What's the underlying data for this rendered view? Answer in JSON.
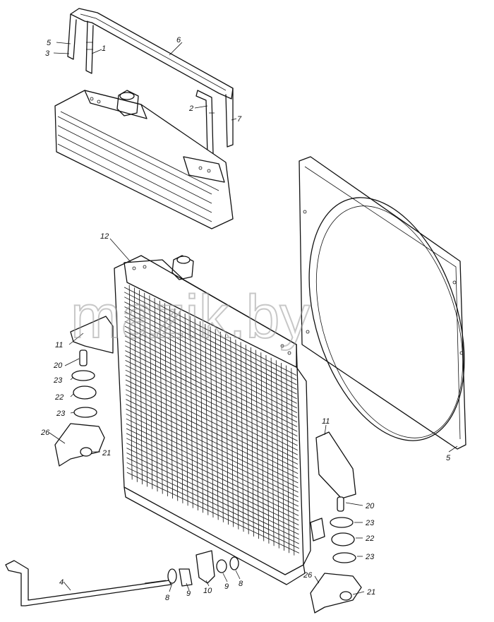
{
  "watermark": "mazik.by",
  "callouts": [
    {
      "id": "c1",
      "text": "1"
    },
    {
      "id": "c2",
      "text": "2"
    },
    {
      "id": "c3",
      "text": "3"
    },
    {
      "id": "c4",
      "text": "4"
    },
    {
      "id": "c5a",
      "text": "5"
    },
    {
      "id": "c5b",
      "text": "5"
    },
    {
      "id": "c6",
      "text": "6"
    },
    {
      "id": "c7",
      "text": "7"
    },
    {
      "id": "c8a",
      "text": "8"
    },
    {
      "id": "c8b",
      "text": "8"
    },
    {
      "id": "c9a",
      "text": "9"
    },
    {
      "id": "c9b",
      "text": "9"
    },
    {
      "id": "c10",
      "text": "10"
    },
    {
      "id": "c11a",
      "text": "11"
    },
    {
      "id": "c11b",
      "text": "11"
    },
    {
      "id": "c12",
      "text": "12"
    },
    {
      "id": "c20a",
      "text": "20"
    },
    {
      "id": "c20b",
      "text": "20"
    },
    {
      "id": "c21a",
      "text": "21"
    },
    {
      "id": "c21b",
      "text": "21"
    },
    {
      "id": "c22a",
      "text": "22"
    },
    {
      "id": "c22b",
      "text": "22"
    },
    {
      "id": "c23a",
      "text": "23"
    },
    {
      "id": "c23b",
      "text": "23"
    },
    {
      "id": "c23c",
      "text": "23"
    },
    {
      "id": "c23d",
      "text": "23"
    },
    {
      "id": "c26a",
      "text": "26"
    },
    {
      "id": "c26b",
      "text": "26"
    }
  ]
}
